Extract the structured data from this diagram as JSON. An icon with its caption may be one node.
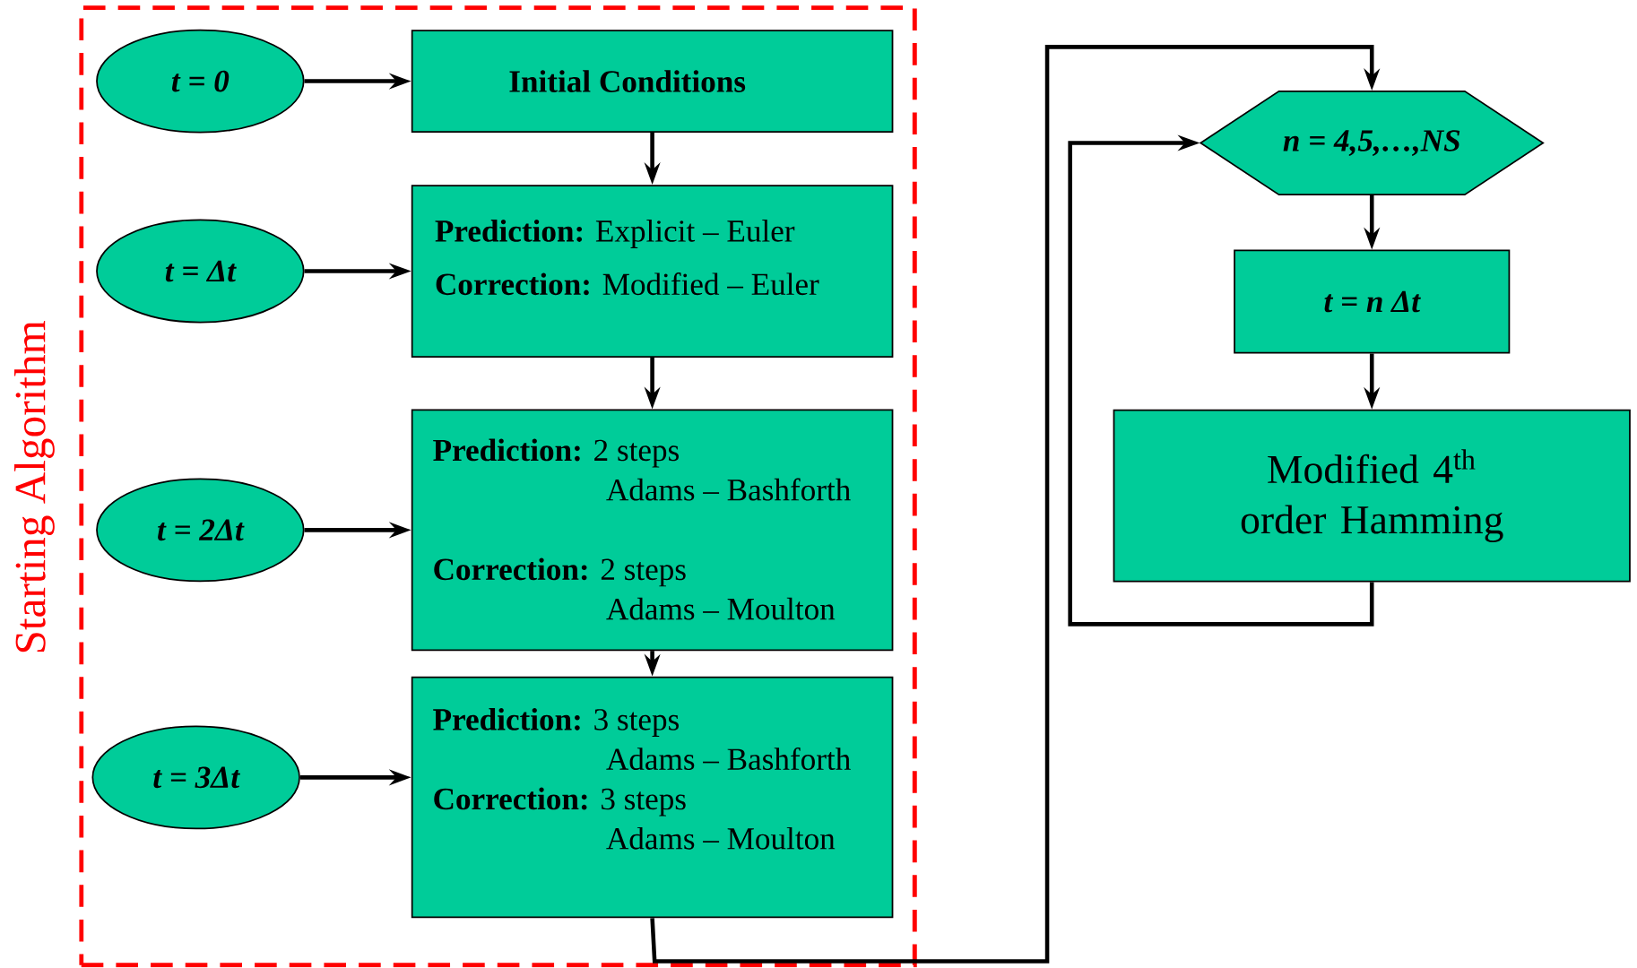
{
  "diagram": {
    "nodes": [
      {
        "text": [
          "Starting Algorithm"
        ]
      },
      {
        "text": [
          "t = 0"
        ],
        "in": 0
      },
      {
        "text": [
          "t = Δt"
        ],
        "in": 0
      },
      {
        "text": [
          "t = 2Δt"
        ],
        "in": 0
      },
      {
        "text": [
          "t = 3Δt"
        ],
        "in": 0
      },
      {
        "text": [
          "Initial Conditions"
        ],
        "in": 0
      },
      {
        "text": [
          "**Prediction:** Explicit – Euler",
          "**Correction:** Modified – Euler"
        ],
        "in": 0
      },
      {
        "text": [
          "**Prediction:** 2 steps Adams – Bashforth",
          "**Correction:** 2 steps Adams – Moulton"
        ],
        "in": 0
      },
      {
        "text": [
          "**Prediction:** 3 steps Adams – Bashforth",
          "**Correction:** 3 steps Adams – Moulton"
        ],
        "in": 0
      },
      {
        "text": [
          "n = 4,5,…,NS"
        ]
      },
      {
        "text": [
          "t = n Δt"
        ]
      },
      {
        "text": [
          "Modified 4$^{th}$ order Hamming"
        ]
      }
    ],
    "edges": [
      {
        "from": 1,
        "to": 5,
        "arrow": "to"
      },
      {
        "from": 2,
        "to": 6,
        "arrow": "to"
      },
      {
        "from": 3,
        "to": 7,
        "arrow": "to"
      },
      {
        "from": 4,
        "to": 8,
        "arrow": "to"
      },
      {
        "from": 5,
        "to": 6,
        "arrow": "to"
      },
      {
        "from": 6,
        "to": 7,
        "arrow": "to"
      },
      {
        "from": 7,
        "to": 8,
        "arrow": "to"
      },
      {
        "from": 8,
        "to": 9,
        "arrow": "to"
      },
      {
        "from": 9,
        "to": 10,
        "arrow": "to"
      },
      {
        "from": 10,
        "to": 11,
        "arrow": "to"
      },
      {
        "from": 11,
        "to": 9,
        "arrow": "to"
      }
    ]
  }
}
